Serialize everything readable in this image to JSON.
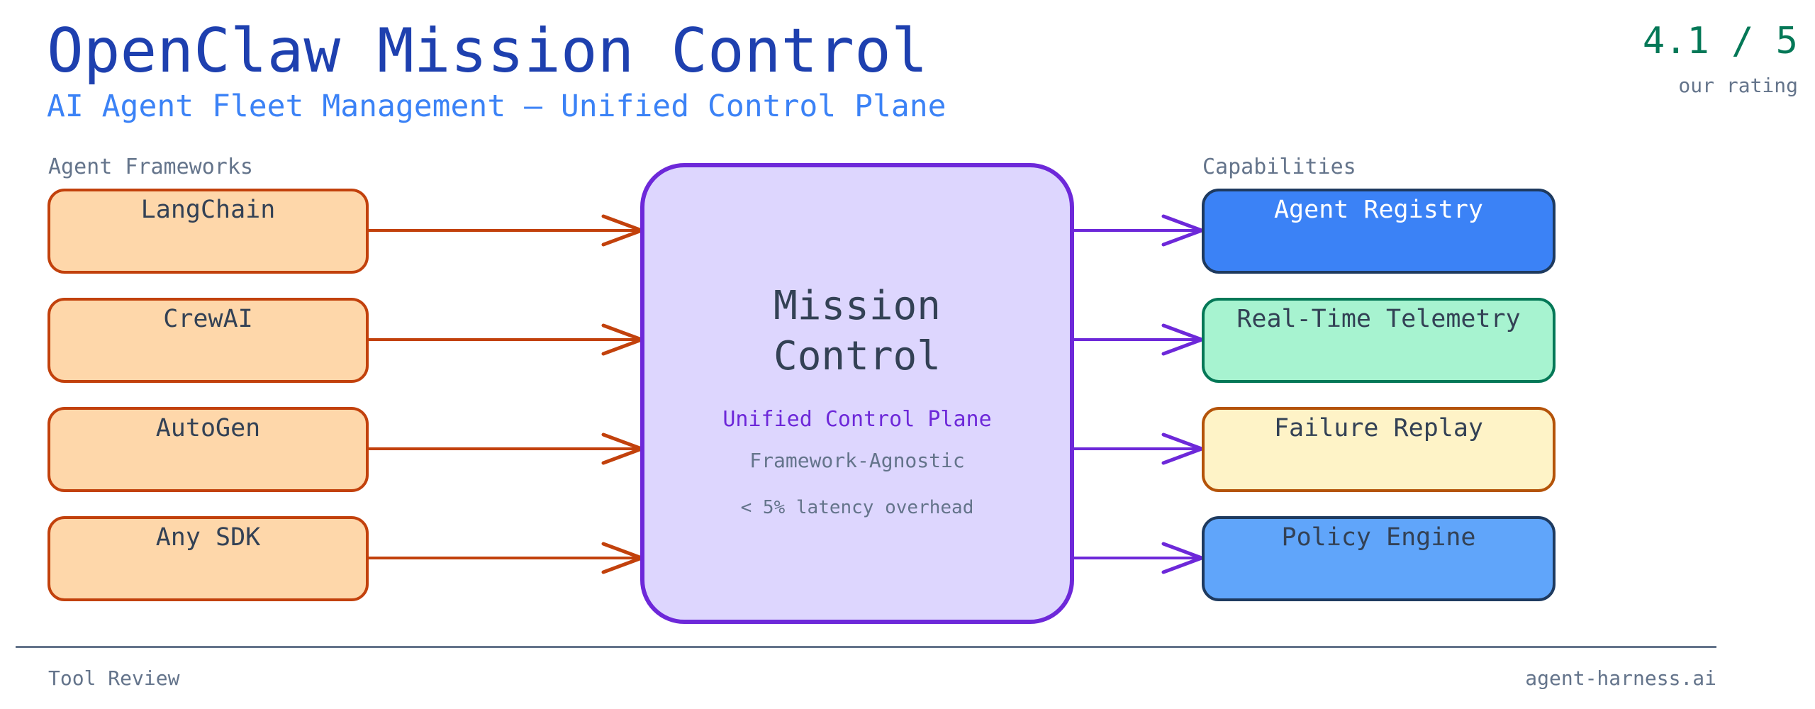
{
  "header": {
    "title": "OpenClaw Mission Control",
    "subtitle": "AI Agent Fleet Management — Unified Control Plane"
  },
  "rating": {
    "value": "4.1 / 5",
    "label": "our rating",
    "score": 4.1,
    "max": 5
  },
  "frameworks": {
    "label": "Agent Frameworks",
    "items": [
      {
        "label": "LangChain"
      },
      {
        "label": "CrewAI"
      },
      {
        "label": "AutoGen"
      },
      {
        "label": "Any SDK"
      }
    ]
  },
  "hub": {
    "title_line1": "Mission",
    "title_line2": "Control",
    "tagline": "Unified Control Plane",
    "feature": "Framework-Agnostic",
    "note": "< 5% latency overhead"
  },
  "capabilities": {
    "label": "Capabilities",
    "items": [
      {
        "label": "Agent Registry",
        "fill": "#3b82f6",
        "text_color": "#ffffff",
        "border": "#1e3a5f"
      },
      {
        "label": "Real-Time Telemetry",
        "fill": "#a7f3d0",
        "text_color": "#334155",
        "border": "#047857"
      },
      {
        "label": "Failure Replay",
        "fill": "#fef3c7",
        "text_color": "#334155",
        "border": "#b45309"
      },
      {
        "label": "Policy Engine",
        "fill": "#60a5fa",
        "text_color": "#334155",
        "border": "#1e3a5f"
      }
    ]
  },
  "footer": {
    "left": "Tool Review",
    "right": "agent-harness.ai"
  },
  "colors": {
    "title": "#1e40af",
    "subtitle": "#3b82f6",
    "rating": "#047857",
    "framework_fill": "#fed7aa",
    "framework_border": "#c2410c",
    "hub_fill": "#ddd6fe",
    "hub_border": "#6d28d9",
    "muted": "#64748b"
  }
}
